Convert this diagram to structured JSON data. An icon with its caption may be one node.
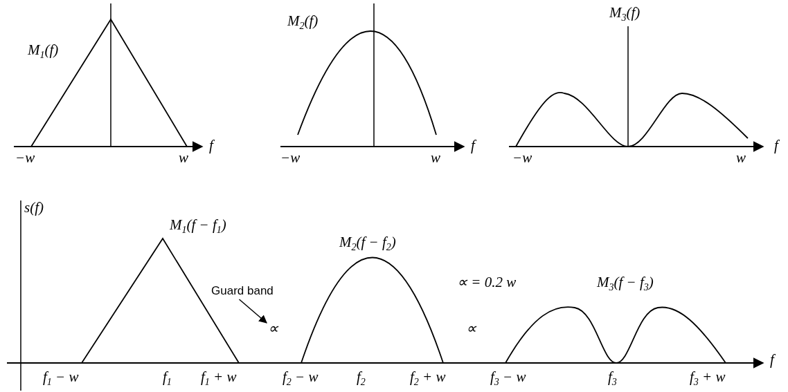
{
  "diagram": {
    "nodes": [
      {
        "text": [
          "Guard band"
        ]
      },
      {
        "text": [
          "∝"
        ]
      }
    ],
    "edges": [
      {
        "from": 0,
        "to": 1,
        "arrow": "to"
      }
    ],
    "labels": [
      "M$_{1}$(f)",
      "−w",
      "w",
      "f",
      "M$_{2}$(f)",
      "−w",
      "w",
      "f",
      "M$_{3}$(f)",
      "−w",
      "w",
      "f",
      "s(f)",
      "M$_{1}$(f − f$_{1}$)",
      "M$_{2}$(f − f$_{2}$)",
      "∝ = 0.2 w",
      "M$_{3}$(f − f$_{3}$)",
      "∝",
      "f$_{1}$ − w",
      "f$_{1}$",
      "f$_{1}$ + w",
      "f$_{2}$ − w",
      "f$_{2}$",
      "f$_{2}$ + w",
      "f$_{3}$ − w",
      "f$_{3}$",
      "f$_{3}$ + w",
      "f"
    ]
  }
}
